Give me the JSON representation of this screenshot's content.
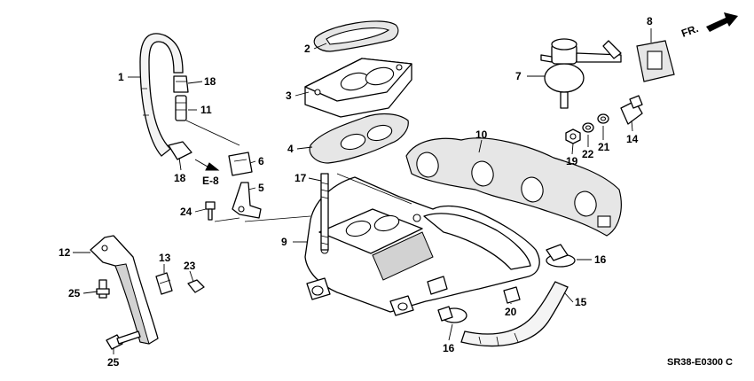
{
  "diagram": {
    "direction_label": "FR.",
    "reference_label": "E-8",
    "code_label": "SR38-E0300 C",
    "callouts": {
      "c1": "1",
      "c2": "2",
      "c3": "3",
      "c4": "4",
      "c5": "5",
      "c6": "6",
      "c7": "7",
      "c8": "8",
      "c9": "9",
      "c10": "10",
      "c11": "11",
      "c12": "12",
      "c13": "13",
      "c14": "14",
      "c15": "15",
      "c16a": "16",
      "c16b": "16",
      "c17": "17",
      "c18a": "18",
      "c18b": "18",
      "c19": "19",
      "c20": "20",
      "c21": "21",
      "c22": "22",
      "c23": "23",
      "c24": "24",
      "c25a": "25",
      "c25b": "25"
    }
  }
}
